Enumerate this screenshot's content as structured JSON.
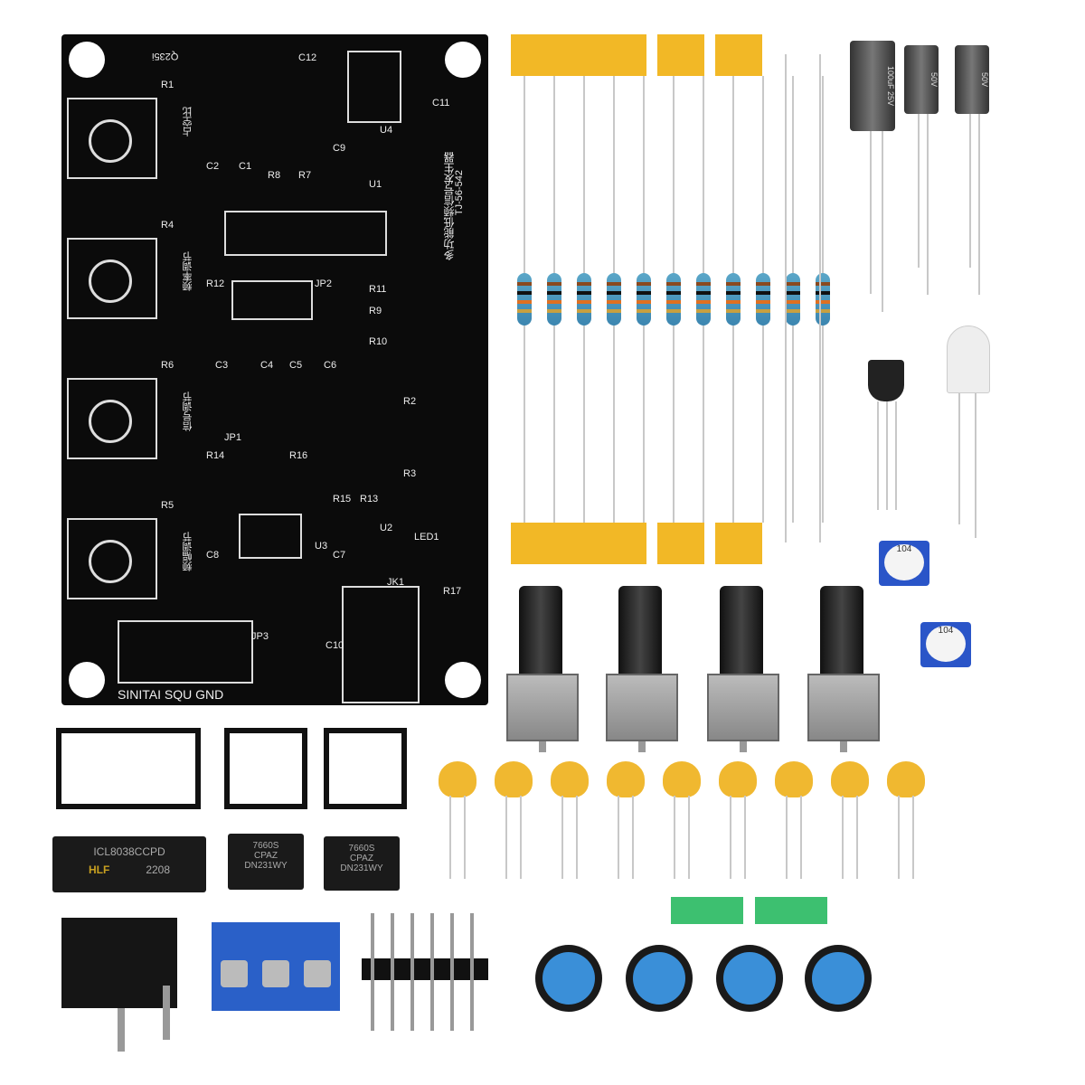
{
  "pcb": {
    "title_cn": "多功能低频信号发生器",
    "model": "TJ-56-542",
    "code": "Q235i",
    "pot_labels": [
      "占空比",
      "频率调节",
      "信号调节",
      "频幅调节"
    ],
    "refs": [
      "R1",
      "R4",
      "R6",
      "R5",
      "C2",
      "C1",
      "R8",
      "R7",
      "C12",
      "U4",
      "C9",
      "C11",
      "U1",
      "R12",
      "JP2",
      "R11",
      "R9",
      "R10",
      "C3",
      "C4",
      "C5",
      "C6",
      "R2",
      "R3",
      "JP1",
      "R14",
      "R16",
      "R15",
      "R13",
      "U3",
      "U2",
      "LED1",
      "C8",
      "C7",
      "JK1",
      "R17",
      "JP3",
      "C10"
    ],
    "outputs": "SINITAI SQU GND"
  },
  "chips": {
    "main": {
      "line1": "ICL8038CCPD",
      "brand": "HLF",
      "date": "2208"
    },
    "aux": [
      {
        "line1": "7660S",
        "line2": "CPAZ",
        "line3": "DN231WY"
      },
      {
        "line1": "7660S",
        "line2": "CPAZ",
        "line3": "DN231WY"
      }
    ]
  },
  "electrolytic_caps": [
    "100uF 25V",
    "50V",
    "50V"
  ],
  "trimmers": [
    "104",
    "104"
  ],
  "colors": {
    "pcb": "#0b0b0b",
    "tape": "#f2b826",
    "resistor": "#4a98c0",
    "ceramic": "#f0b830",
    "terminal": "#2a60c8",
    "knob_cap": "#3a8fd8"
  }
}
